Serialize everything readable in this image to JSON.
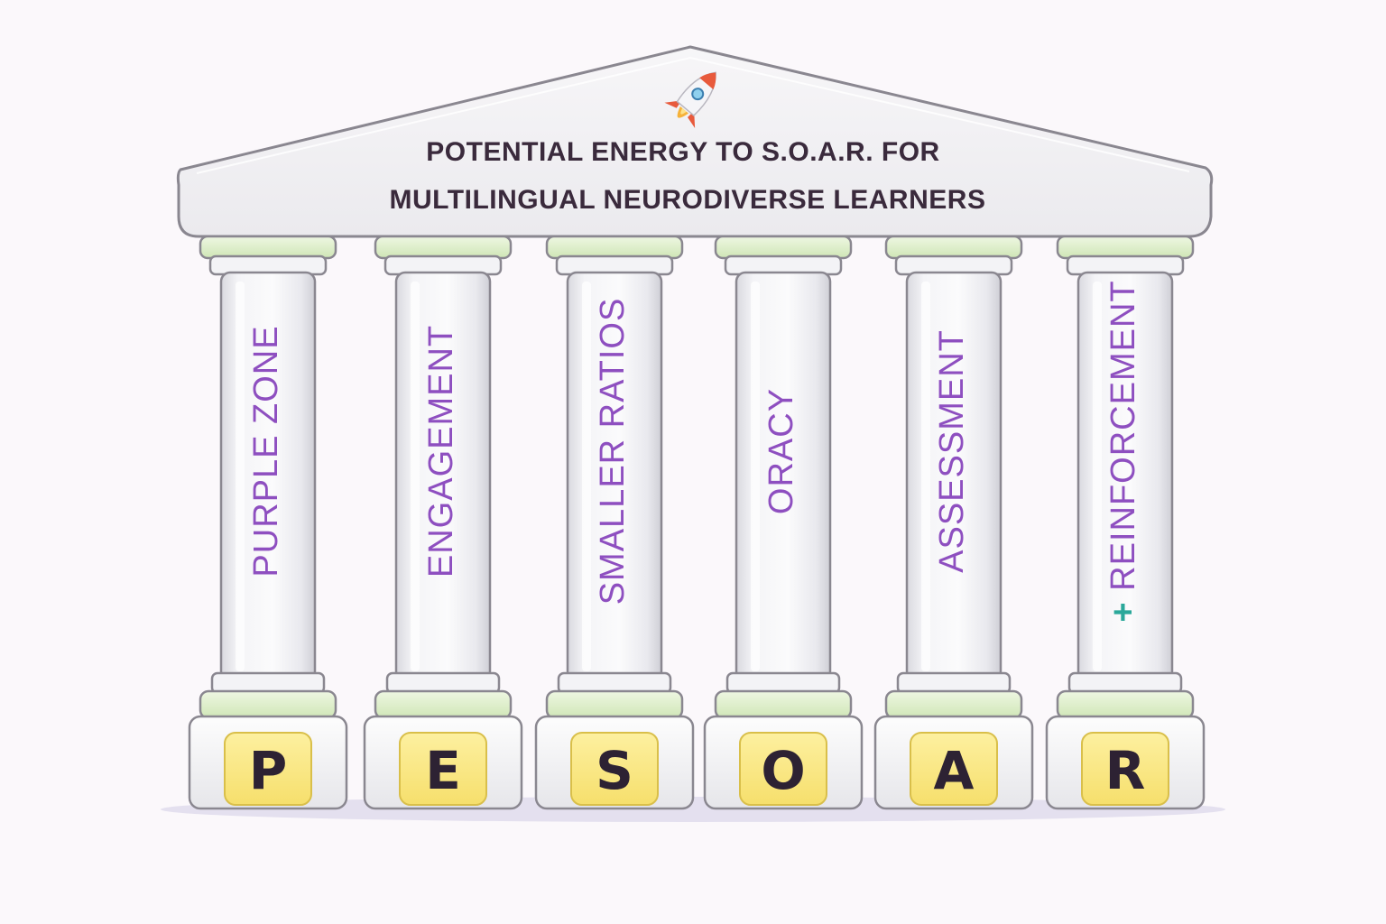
{
  "title": {
    "line1": "POTENTIAL ENERGY TO S.O.A.R. FOR",
    "line2": "MULTILINGUAL NEURODIVERSE LEARNERS"
  },
  "title_icon": "rocket-icon",
  "pillars": [
    {
      "label": "PURPLE ZONE",
      "prefix": "",
      "letter": "P"
    },
    {
      "label": "ENGAGEMENT",
      "prefix": "",
      "letter": "E"
    },
    {
      "label": "SMALLER RATIOS",
      "prefix": "",
      "letter": "S"
    },
    {
      "label": "ORACY",
      "prefix": "",
      "letter": "O"
    },
    {
      "label": "ASSESSMENT",
      "prefix": "",
      "letter": "A"
    },
    {
      "label": "REINFORCEMENT",
      "prefix": "+",
      "letter": "R"
    }
  ],
  "colors": {
    "background": "#fbf8fb",
    "label_text": "#8e4fc0",
    "plus_sign": "#2aa89a",
    "title_text": "#3a2a3c",
    "letter_tile": "#fbe88a",
    "ring_green": "#d9ecc4",
    "rocket_red": "#e85a3c"
  }
}
